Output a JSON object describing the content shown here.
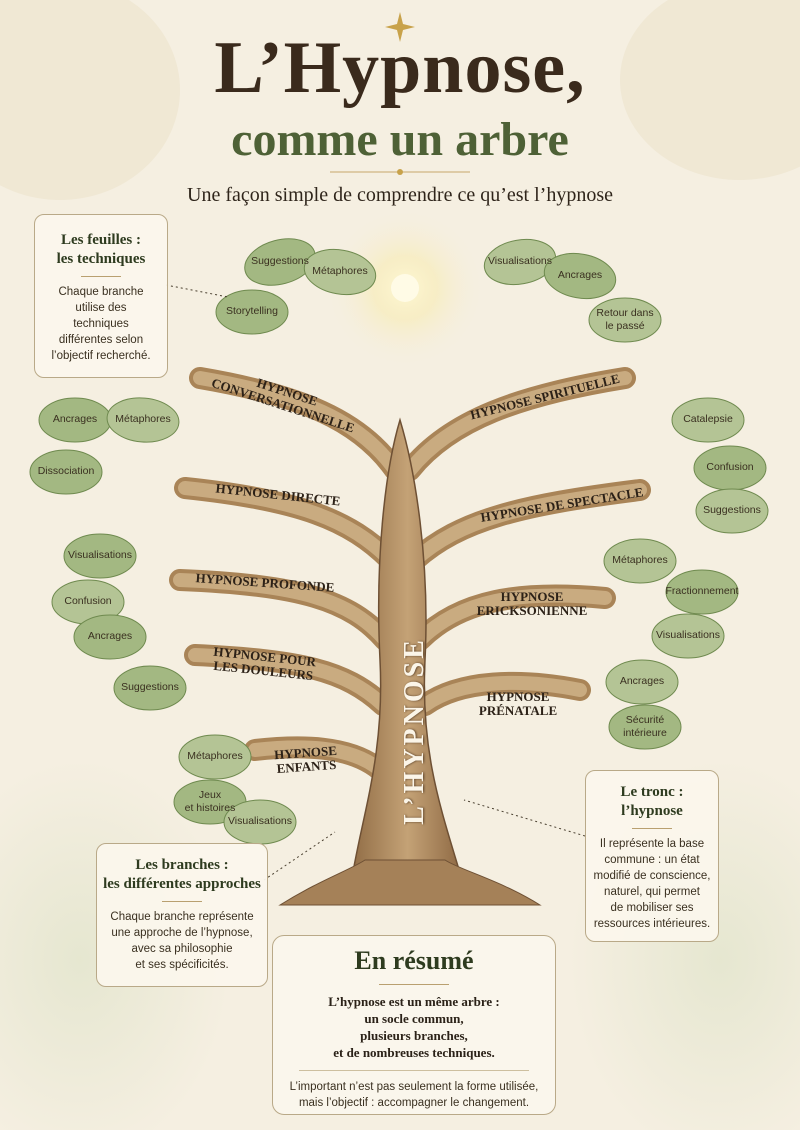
{
  "title": "L’Hypnose,",
  "subtitle": "comme un arbre",
  "tagline": "Une façon simple de comprendre ce qu’est l’hypnose",
  "trunk_label": "L’HYPNOSE",
  "branches": [
    {
      "name": "HYPNOSE\nCONVERSATIONNELLE"
    },
    {
      "name": "HYPNOSE SPIRITUELLE"
    },
    {
      "name": "HYPNOSE DIRECTE"
    },
    {
      "name": "HYPNOSE DE SPECTACLE"
    },
    {
      "name": "HYPNOSE PROFONDE"
    },
    {
      "name": "HYPNOSE\nERICKSONIENNE"
    },
    {
      "name": "HYPNOSE POUR\nLES DOULEURS"
    },
    {
      "name": "HYPNOSE\nPRÉNATALE"
    },
    {
      "name": "HYPNOSE\nENFANTS"
    }
  ],
  "leaves": [
    {
      "text": "Suggestions"
    },
    {
      "text": "Métaphores"
    },
    {
      "text": "Storytelling"
    },
    {
      "text": "Visualisations"
    },
    {
      "text": "Ancrages"
    },
    {
      "text": "Retour dans\nle passé"
    },
    {
      "text": "Ancrages"
    },
    {
      "text": "Métaphores"
    },
    {
      "text": "Dissociation"
    },
    {
      "text": "Catalepsie"
    },
    {
      "text": "Confusion"
    },
    {
      "text": "Suggestions"
    },
    {
      "text": "Visualisations"
    },
    {
      "text": "Confusion"
    },
    {
      "text": "Ancrages"
    },
    {
      "text": "Métaphores"
    },
    {
      "text": "Fractionnement"
    },
    {
      "text": "Visualisations"
    },
    {
      "text": "Suggestions"
    },
    {
      "text": "Ancrages"
    },
    {
      "text": "Sécurité\nintérieure"
    },
    {
      "text": "Métaphores"
    },
    {
      "text": "Jeux\net histoires"
    },
    {
      "text": "Visualisations"
    }
  ],
  "callouts": {
    "leaves": {
      "title_line1": "Les feuilles :",
      "title_line2": "les techniques",
      "text": "Chaque branche\nutilise des\ntechniques\ndifférentes selon\nl’objectif recherché."
    },
    "branches": {
      "title_line1": "Les branches :",
      "title_line2": "les différentes approches",
      "text": "Chaque branche représente\nune approche de l’hypnose,\navec sa philosophie\net ses spécificités."
    },
    "trunk": {
      "title_line1": "Le tronc :",
      "title_line2": "l’hypnose",
      "text": "Il représente la base\ncommune : un état\nmodifié de conscience,\nnaturel, qui permet\nde mobiliser ses\nressources intérieures."
    }
  },
  "summary": {
    "heading": "En résumé",
    "line1": "L’hypnose est un même arbre :",
    "line2": "un socle commun,",
    "line3": "plusieurs branches,",
    "line4": "et de nombreuses techniques.",
    "note1": "L’important n’est pas seulement la forme utilisée,",
    "note2": "mais l’objectif : accompagner le changement."
  },
  "colors": {
    "trunk": "#b08a5c",
    "trunk_dark": "#7a5a38",
    "leaf": "#9fb47e",
    "leaf_dark": "#6f8a4f",
    "title_green": "#4e6136",
    "background": "#f5efe1"
  }
}
